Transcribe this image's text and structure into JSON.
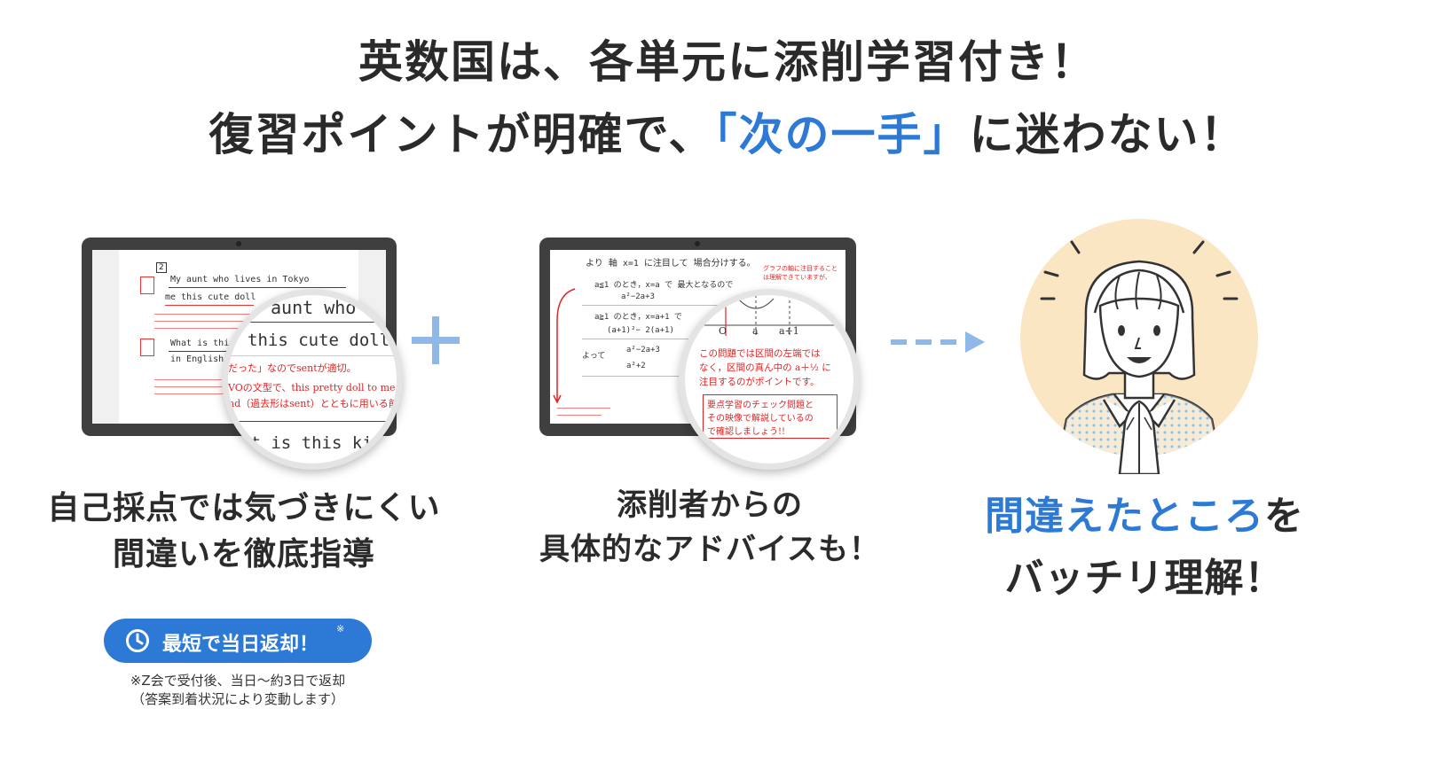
{
  "headline": {
    "line1": "英数国は、各単元に添削学習付き！",
    "line2_prefix": "復習ポイントが明確で、",
    "line2_accent": "「次の一手」",
    "line2_suffix": "に迷わない！"
  },
  "panel_left": {
    "caption_line1": "自己採点では気づきにくい",
    "caption_line2": "間違いを徹底指導",
    "worksheet": {
      "section_number": "2",
      "row1": "My aunt who lives in Tokyo",
      "row1b": "me this cute doll",
      "row2": "What is this",
      "row2b": "in English"
    },
    "magnifier": {
      "hw_top": "aunt who",
      "hw_mid": "this cute doll",
      "red_line1": "だった」なのでsentが適切。",
      "red_line2": "VOの文型で、this pretty doll to me",
      "red_line3": "nd（過去形はsent）とともに用いる前置",
      "hw_bottom": "at is this kind"
    },
    "badge_label": "最短で当日返却！",
    "badge_mark": "※",
    "note_line1": "※Z会で受付後、当日〜約3日で返却",
    "note_line2": "（答案到着状況により変動します）"
  },
  "panel_middle": {
    "caption_line1": "添削者からの",
    "caption_line2": "具体的なアドバイスも！",
    "worksheet": {
      "top": "より 軸 x=1 に注目して 場合分けする。",
      "r1": "a≦1 のとき，x=a で 最大となるので",
      "r1b": "a²−2a+3",
      "r2": "a≧1 のとき，x=a+1 で",
      "r2b": "(a+1)²− 2(a+1)",
      "r3": "よって",
      "r3b": "a²−2a+3",
      "r3c": "a²+2",
      "side_note": "グラフの軸に注目することは理解できていますが、"
    },
    "magnifier": {
      "axis_o": "O",
      "axis_a": "a",
      "axis_a1": "a+1",
      "red_line1": "この問題では区間の左端では",
      "red_line2": "なく，区間の真ん中の a＋½ に",
      "red_line3": "注目するのがポイントです。",
      "box_line1": "要点学習のチェック問題と",
      "box_line2": "その映像で解説しているの",
      "box_line3": "で確認しましょう!!"
    }
  },
  "panel_right": {
    "caption_accent": "間違えたところ",
    "caption_suffix": "を",
    "caption_line2": "バッチリ理解！"
  },
  "colors": {
    "accent": "#2d7ad6",
    "red_pen": "#e02424",
    "plus": "#8fb8e6",
    "face_bg": "#fbe6c4"
  }
}
